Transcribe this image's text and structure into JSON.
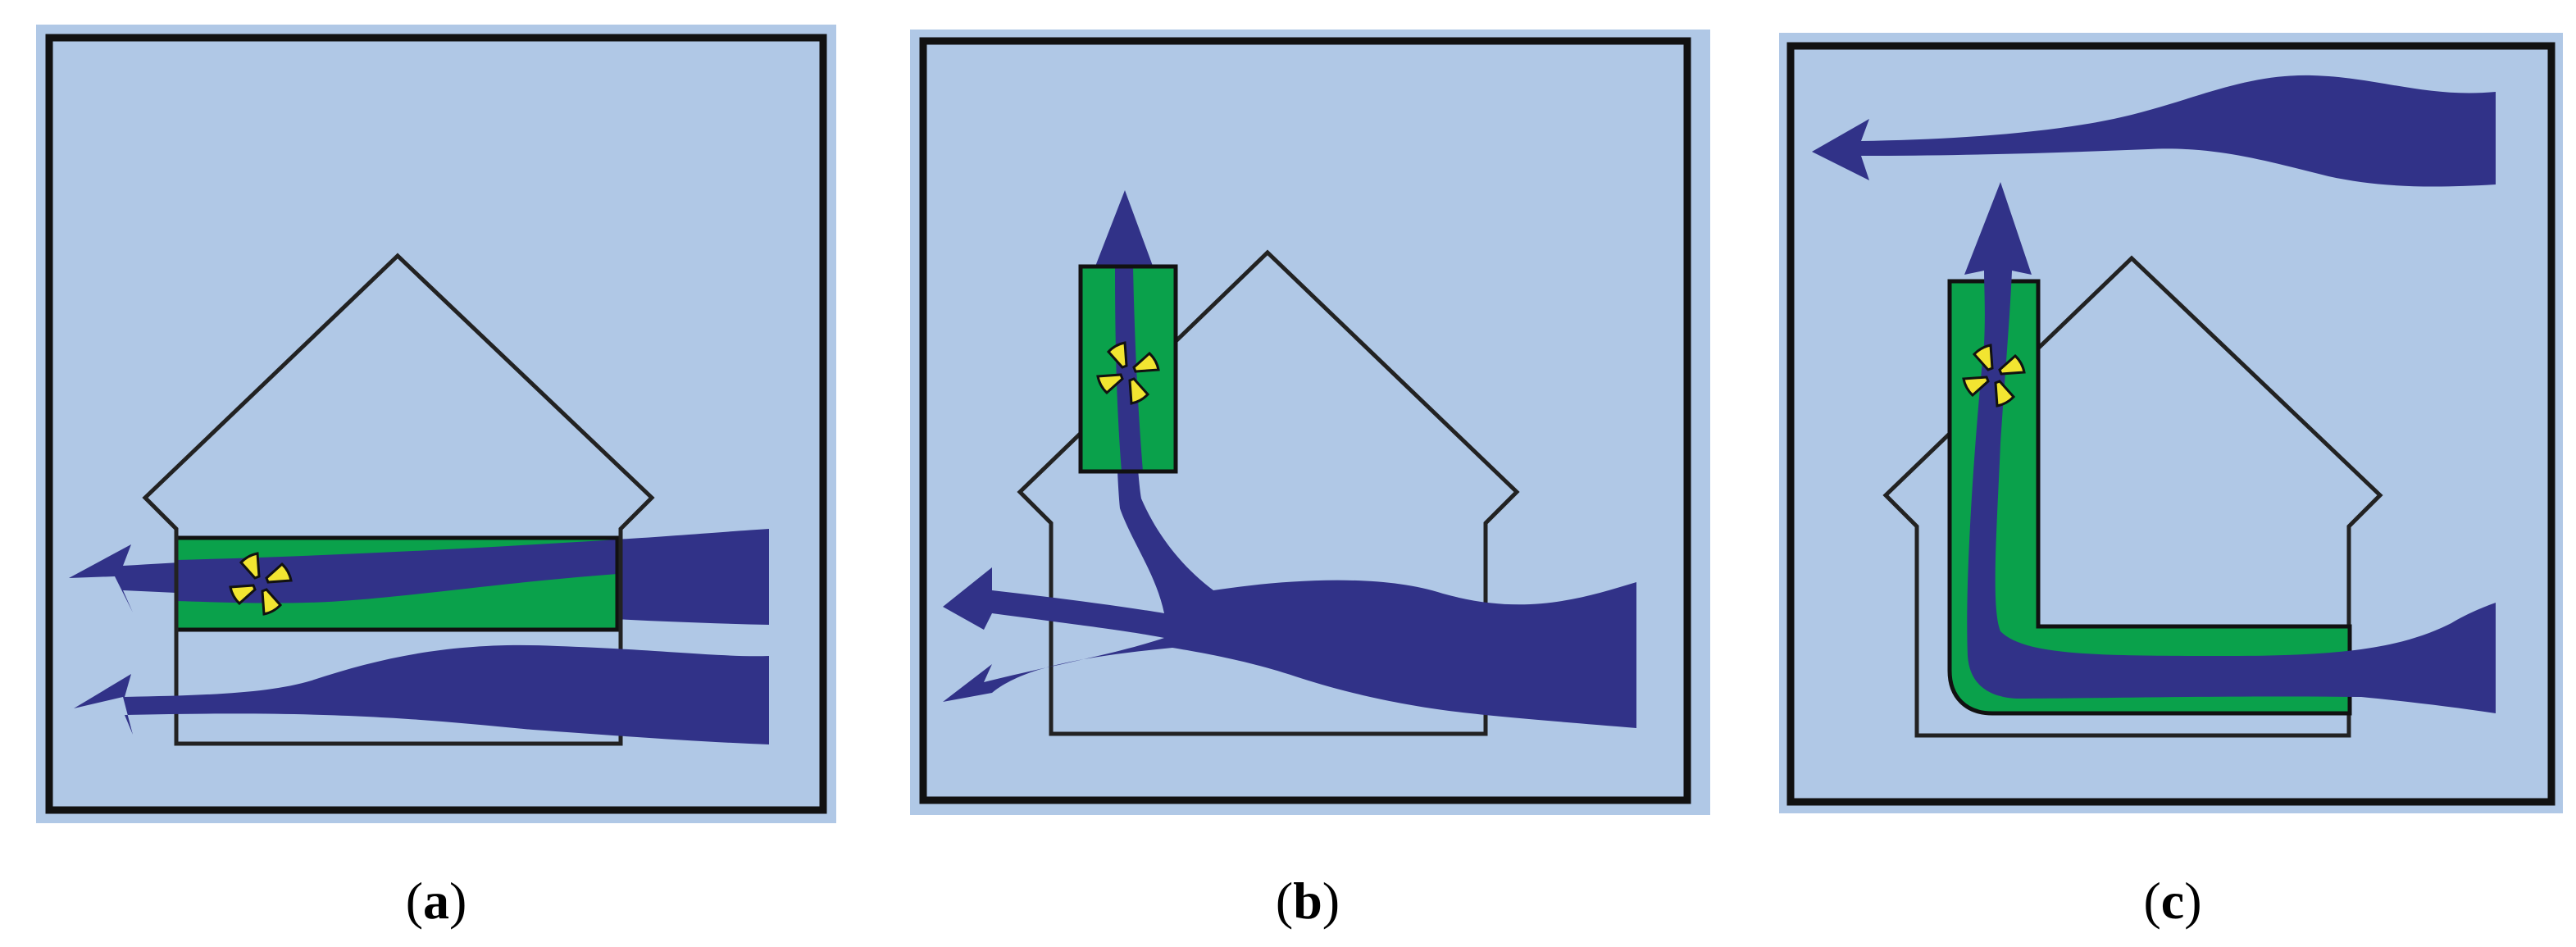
{
  "figure": {
    "panels": [
      {
        "id": "a",
        "label_open": "(",
        "label_letter": "a",
        "label_close": ")"
      },
      {
        "id": "b",
        "label_open": "(",
        "label_letter": "b",
        "label_close": ")"
      },
      {
        "id": "c",
        "label_open": "(",
        "label_letter": "c",
        "label_close": ")"
      }
    ]
  },
  "colors": {
    "panel_fill": "#b0c8e6",
    "frame_stroke": "#111111",
    "flow": "#313288",
    "duct": "#0aa14b",
    "fan_blade": "#f2e531",
    "house_stroke": "#222222"
  }
}
